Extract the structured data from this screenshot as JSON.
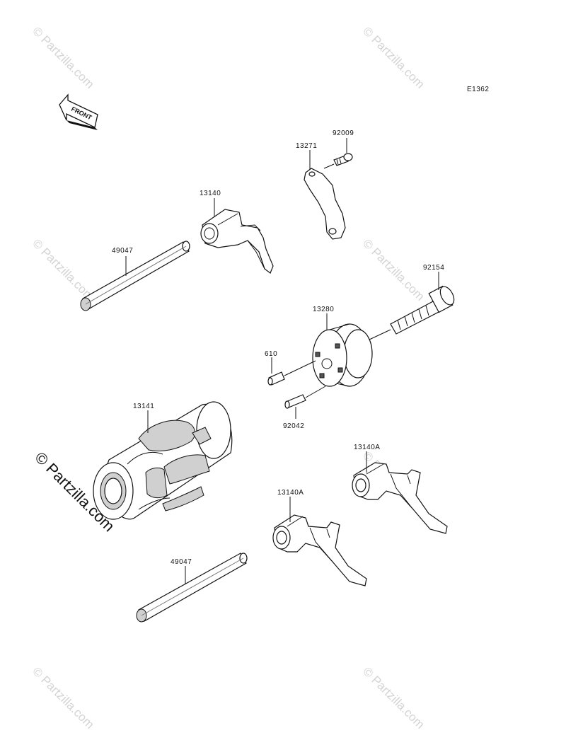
{
  "diagram_code": "E1362",
  "front_label": "FRONT",
  "watermark": "© Partzilla.com",
  "watermark_main": "© Partzilla.com",
  "parts": {
    "p49047_top": "49047",
    "p13140": "13140",
    "p13271": "13271",
    "p92009": "92009",
    "p92154": "92154",
    "p13280": "13280",
    "p610": "610",
    "p92042": "92042",
    "p13141": "13141",
    "p13140A_right": "13140A",
    "p13140A_left": "13140A",
    "p49047_bottom": "49047"
  }
}
